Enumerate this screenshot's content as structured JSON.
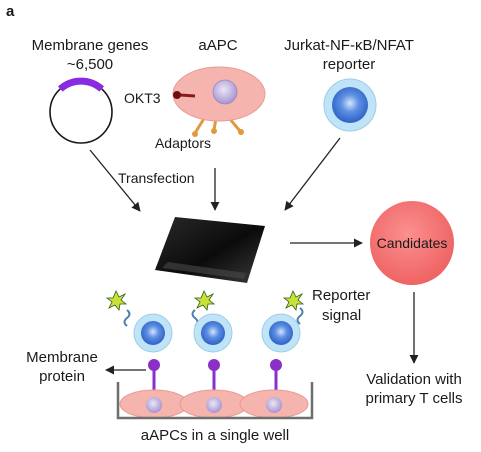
{
  "figure": {
    "panel_letter": "a",
    "membrane_genes": {
      "line1": "Membrane genes",
      "line2": "~6,500"
    },
    "aapc_title": "aAPC",
    "okt3_label": "OKT3",
    "adaptors_label": "Adaptors",
    "reporter_cell": {
      "line1": "Jurkat-NF-κB/NFAT",
      "line2": "reporter"
    },
    "transfection_label": "Transfection",
    "candidates_label": "Candidates",
    "reporter_signal": {
      "line1": "Reporter",
      "line2": "signal"
    },
    "membrane_protein": {
      "line1": "Membrane",
      "line2": "protein"
    },
    "validation": {
      "line1": "Validation with",
      "line2": "primary T cells"
    },
    "well_label": "aAPCs in a single well"
  },
  "colors": {
    "plasmid_arc": "#8a2be2",
    "aapc_fill": "#f6b4ae",
    "nucleus_fill": "#b8a6dc",
    "okt3": "#8b1a1a",
    "adaptor": "#e09a3a",
    "tcell_outer": "#bfe3f7",
    "tcell_inner": "#3a78d8",
    "candidates_fill": "#f26d6d",
    "glow_star": "#c8e23a",
    "receptor": "#8b2fc9",
    "well": "#6e6e6e",
    "chip": "#111111"
  }
}
